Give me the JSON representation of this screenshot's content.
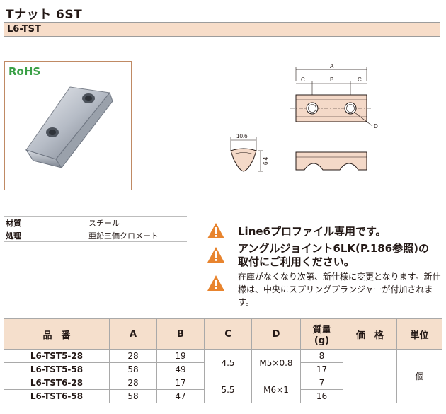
{
  "header": {
    "title": "Tナット 6ST",
    "model": "L6-TST"
  },
  "photo": {
    "rohs": "RoHS"
  },
  "drawing": {
    "dim_a": "A",
    "dim_b": "B",
    "dim_c_left": "C",
    "dim_c_right": "C",
    "dim_d": "D",
    "dim_width": "10.6",
    "dim_height": "6.4"
  },
  "specs": [
    {
      "label": "材質",
      "value": "スチール"
    },
    {
      "label": "処理",
      "value": "亜鉛三価クロメート"
    }
  ],
  "notes": [
    "Line6プロファイル専用です。",
    "アングルジョイント6LK(P.186参照)の",
    "取付にご利用ください。",
    "在庫がなくなり次第、新仕様に変更となります。新仕",
    "様は、中央にスプリングプランジャーが付加されます。"
  ],
  "table": {
    "headers": {
      "part": "品　番",
      "a": "A",
      "b": "B",
      "c": "C",
      "d": "D",
      "mass": "質量",
      "mass_unit": "(g)",
      "price": "価　格",
      "unit": "単位"
    },
    "rows": [
      {
        "part": "L6-TST5-28",
        "a": "28",
        "b": "19",
        "mass": "8"
      },
      {
        "part": "L6-TST5-58",
        "a": "58",
        "b": "49",
        "mass": "17"
      },
      {
        "part": "L6-TST6-28",
        "a": "28",
        "b": "17",
        "mass": "7"
      },
      {
        "part": "L6-TST6-58",
        "a": "58",
        "b": "47",
        "mass": "16"
      }
    ],
    "groups": [
      {
        "c": "4.5",
        "d": "M5×0.8"
      },
      {
        "c": "5.5",
        "d": "M6×1"
      }
    ],
    "unit_value": "個"
  },
  "colors": {
    "header_bg": "#f5dfcc",
    "model_bar": "#f7ddc9",
    "warning": "#e8842e",
    "rohs": "#3aa046",
    "part_fill": "#f4d9c8"
  }
}
